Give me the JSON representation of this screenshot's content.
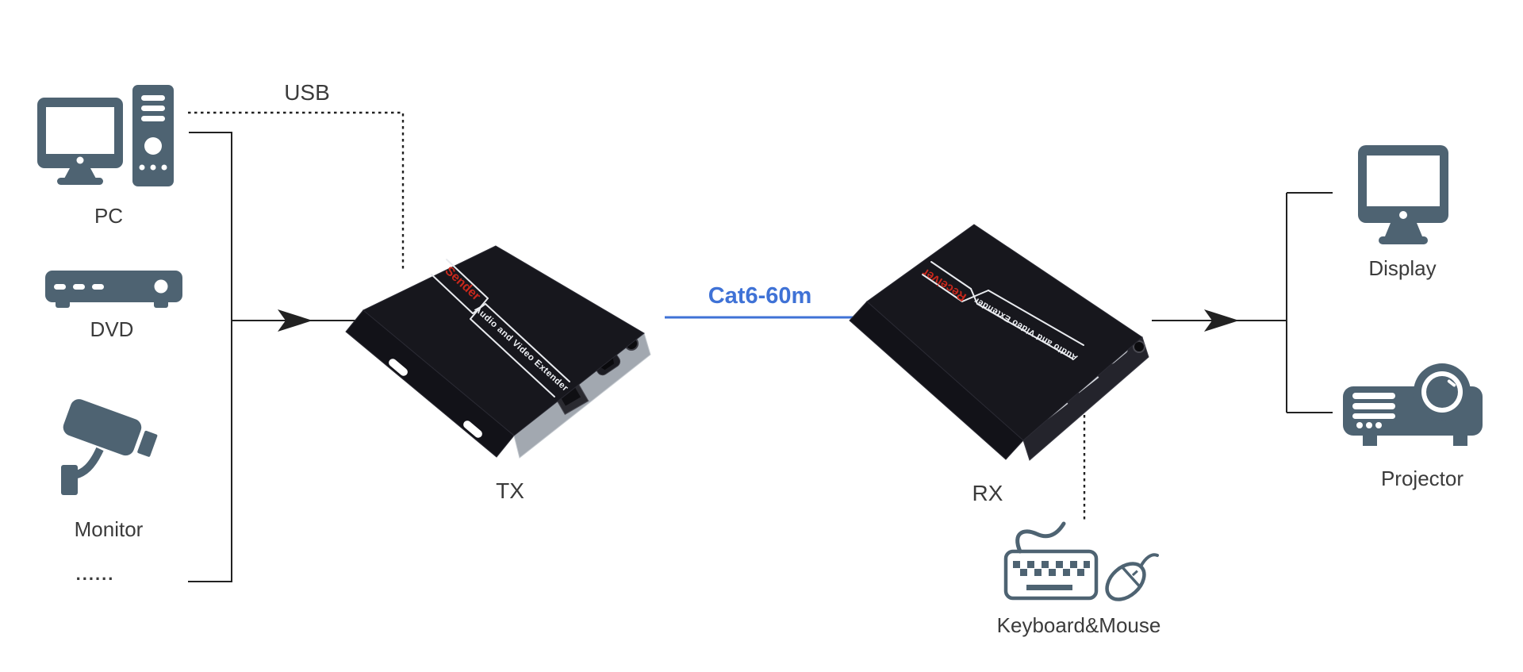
{
  "labels": {
    "usb": "USB",
    "pc": "PC",
    "dvd": "DVD",
    "monitor": "Monitor",
    "ellipsis": "......",
    "tx": "TX",
    "rx": "RX",
    "cable": "Cat6-60m",
    "display": "Display",
    "projector": "Projector",
    "keyboard_mouse": "Keyboard&Mouse",
    "sender": "Sender",
    "receiver": "Receiver",
    "extender": "Audio and Video Extender"
  },
  "colors": {
    "icon": "#4e6372",
    "line": "#222222",
    "label": "#3b3b3b",
    "accent_blue": "#3f72d6",
    "accent_red": "#c8281c",
    "device_top": "#17171d",
    "device_side": "#24242c",
    "device_flange": "#121218",
    "stripe": "#e9ebef"
  }
}
